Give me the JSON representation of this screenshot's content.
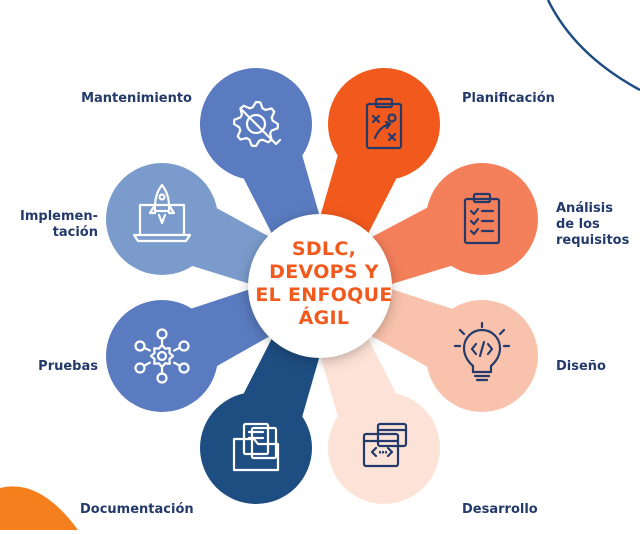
{
  "center": {
    "lines": [
      "SDLC,",
      "DEVOPS Y",
      "EL ENFOQUE",
      "ÁGIL"
    ],
    "color": "#f25a1d"
  },
  "stages": [
    {
      "label_lines": [
        "Mantenimiento"
      ],
      "icon": "wrench-gear-icon",
      "color": "#5a7bbf"
    },
    {
      "label_lines": [
        "Planificación"
      ],
      "icon": "strategy-clipboard-icon",
      "color": "#f25a1d"
    },
    {
      "label_lines": [
        "Análisis",
        "de los",
        "requisitos"
      ],
      "icon": "checklist-clipboard-icon",
      "color": "#f47f5b"
    },
    {
      "label_lines": [
        "Diseño"
      ],
      "icon": "lightbulb-code-icon",
      "color": "#f8c2ac"
    },
    {
      "label_lines": [
        "Desarrollo"
      ],
      "icon": "code-window-icon",
      "color": "#fde3d7"
    },
    {
      "label_lines": [
        "Documentación"
      ],
      "icon": "folder-documents-icon",
      "color": "#1e4d82"
    },
    {
      "label_lines": [
        "Pruebas"
      ],
      "icon": "testing-network-icon",
      "color": "#5a7bbf"
    },
    {
      "label_lines": [
        "Implemen-",
        "tación"
      ],
      "icon": "rocket-laptop-icon",
      "color": "#7a9bcb"
    }
  ]
}
